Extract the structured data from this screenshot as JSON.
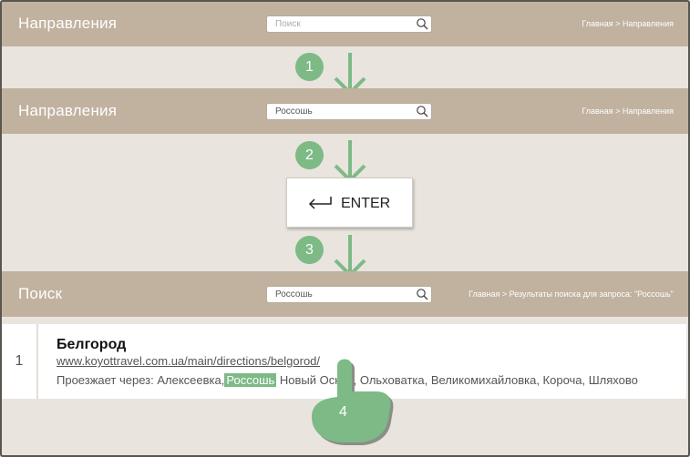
{
  "bar1": {
    "title": "Направления",
    "search_placeholder": "Поиск",
    "breadcrumbs": "Главная > Направления"
  },
  "bar2": {
    "title": "Направления",
    "search_value": "Россошь",
    "breadcrumbs": "Главная > Направления"
  },
  "bar3": {
    "title": "Поиск",
    "search_value": "Россошь",
    "breadcrumbs": "Главная > Результаты поиска для запроса: \"Россошь\""
  },
  "steps": [
    "1",
    "2",
    "3",
    "4"
  ],
  "enter_key": {
    "label": "ENTER",
    "icon": "enter-icon"
  },
  "result": {
    "number": "1",
    "title": "Белгород",
    "url": "www.koyottravel.com.ua/main/directions/belgorod/",
    "desc_prefix": "Проезжает через: Алексеевка,",
    "desc_highlight": "Россошь",
    "desc_suffix": " Новый Оскол, Ольховатка, Великомихайловка, Короча, Шляхово"
  },
  "colors": {
    "accent_green": "#7dba86",
    "bar_tan": "#c1b29f",
    "background": "#e9e4dd"
  }
}
